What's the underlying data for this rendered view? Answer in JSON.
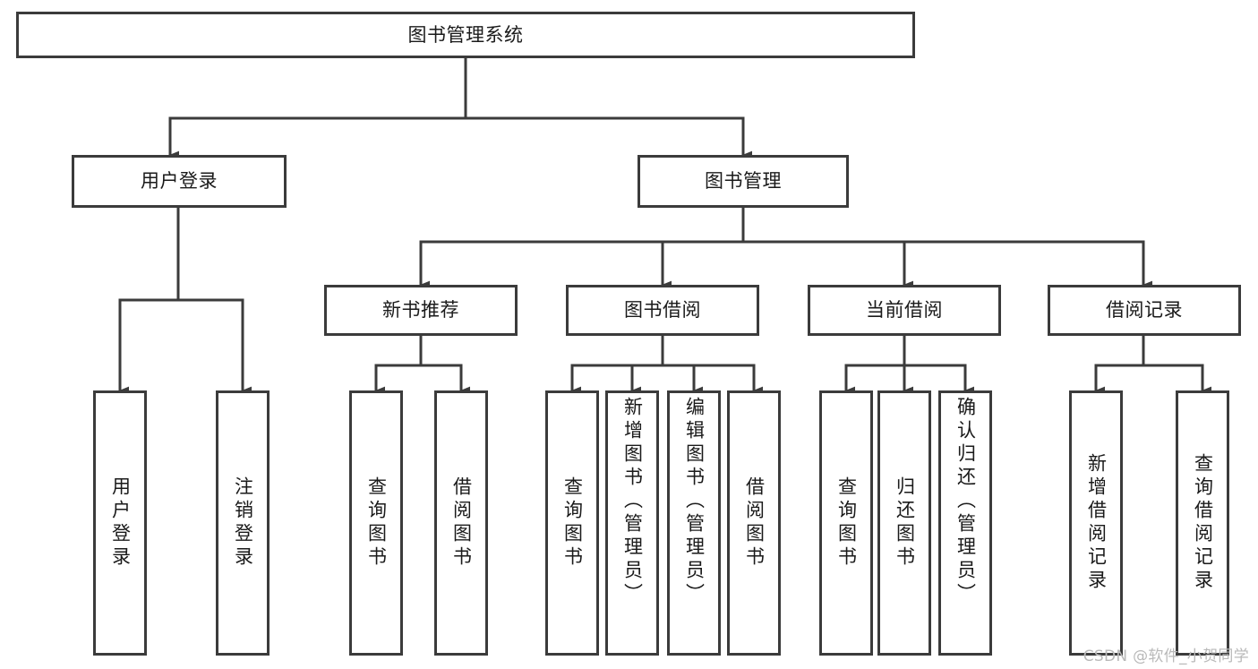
{
  "diagram": {
    "type": "tree-hierarchy",
    "title": "图书管理系统",
    "root": {
      "id": "root",
      "label": "图书管理系统"
    },
    "level2": [
      {
        "id": "user-login",
        "label": "用户登录"
      },
      {
        "id": "book-manage",
        "label": "图书管理"
      }
    ],
    "level3": [
      {
        "id": "new-book-recommend",
        "label": "新书推荐"
      },
      {
        "id": "book-borrow",
        "label": "图书借阅"
      },
      {
        "id": "current-borrow",
        "label": "当前借阅"
      },
      {
        "id": "borrow-record",
        "label": "借阅记录"
      }
    ],
    "leaves": {
      "user_login": [
        {
          "id": "leaf-user-login",
          "label": "用户登录"
        },
        {
          "id": "leaf-user-logout",
          "label": "注销登录"
        }
      ],
      "new_book_recommend": [
        {
          "id": "leaf-query-book-1",
          "label": "查询图书"
        },
        {
          "id": "leaf-borrow-book-1",
          "label": "借阅图书"
        }
      ],
      "book_borrow": [
        {
          "id": "leaf-query-book-2",
          "label": "查询图书"
        },
        {
          "id": "leaf-add-book",
          "label": "新增图书（管理员）"
        },
        {
          "id": "leaf-edit-book",
          "label": "编辑图书（管理员）"
        },
        {
          "id": "leaf-borrow-book-2",
          "label": "借阅图书"
        }
      ],
      "current_borrow": [
        {
          "id": "leaf-query-book-3",
          "label": "查询图书"
        },
        {
          "id": "leaf-return-book",
          "label": "归还图书"
        },
        {
          "id": "leaf-confirm-return",
          "label": "确认归还（管理员）"
        }
      ],
      "borrow_record": [
        {
          "id": "leaf-add-record",
          "label": "新增借阅记录"
        },
        {
          "id": "leaf-query-record",
          "label": "查询借阅记录"
        }
      ]
    },
    "colors": {
      "stroke": "#3b3b3b",
      "fill": "#ffffff",
      "text": "#1a1a1a",
      "watermark": "#b9b9b9"
    }
  },
  "watermark": {
    "text": "CSDN @软件_小贺同学"
  }
}
